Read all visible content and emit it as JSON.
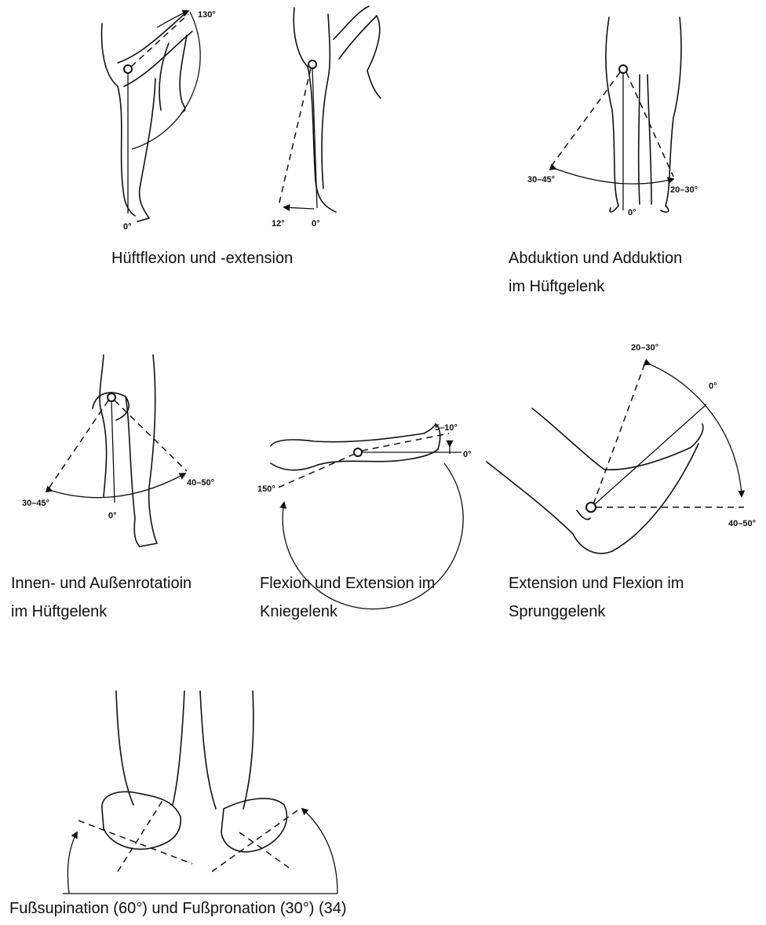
{
  "panels": {
    "hip_flexion": {
      "caption_line1": "Hüftflexion und -extension",
      "angle_flexion": "130°",
      "angle_zero_a": "0°",
      "angle_extension": "12°",
      "angle_zero_b": "0°"
    },
    "hip_abduction": {
      "caption_line1": "Abduktion und Adduktion",
      "caption_line2": "im Hüftgelenk",
      "angle_abduction": "30–45°",
      "angle_adduction": "20–30°",
      "angle_zero": "0°"
    },
    "hip_rotation": {
      "caption_line1": "Innen- und Außenrotatioin",
      "caption_line2": "im Hüftgelenk",
      "angle_left": "30–45°",
      "angle_right": "40–50°",
      "angle_zero": "0°"
    },
    "knee": {
      "caption_line1": "Flexion und Extension im",
      "caption_line2": "Kniegelenk",
      "angle_hyper": "5–10°",
      "angle_zero": "0°",
      "angle_flexion": "150°"
    },
    "ankle": {
      "caption_line1": "Extension und Flexion im",
      "caption_line2": "Sprunggelenk",
      "angle_extension": "20–30°",
      "angle_zero": "0°",
      "angle_flexion": "40–50°"
    },
    "foot": {
      "caption_line1": "Fußsupination (60°) und Fußpronation (30°) (34)"
    }
  }
}
